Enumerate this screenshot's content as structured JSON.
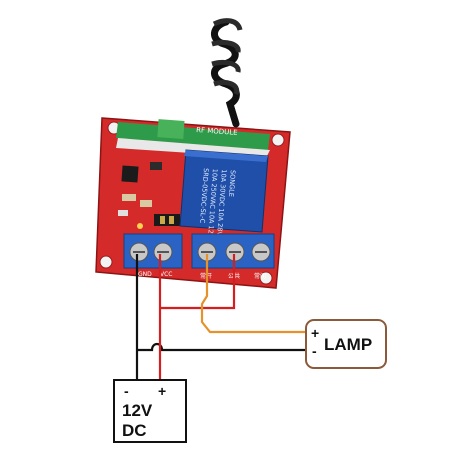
{
  "pcb": {
    "module_label": "RF MODULE",
    "relay_text": [
      "SRD-05VDC-SL-C",
      "10A 250VAC 10A 125VAC",
      "10A 30VDC 10A 28VDC",
      "SONGLE"
    ],
    "terminal_power_labels": [
      "GND",
      "VCC"
    ],
    "terminal_relay_labels": [
      "常开",
      "公共",
      "常闭"
    ]
  },
  "lamp": {
    "label": "LAMP",
    "plus": "+",
    "minus": "-"
  },
  "battery": {
    "label_line1": "12V",
    "label_line2": "DC",
    "minus": "-",
    "plus": "+"
  },
  "colors": {
    "pcb_red": "#d42a2a",
    "relay_blue": "#1f4fa8",
    "terminal_blue": "#2a63c4",
    "wire_black": "#111111",
    "wire_red": "#d61e1e",
    "wire_orange": "#e6922c",
    "lamp_border": "#8a5a3b"
  }
}
